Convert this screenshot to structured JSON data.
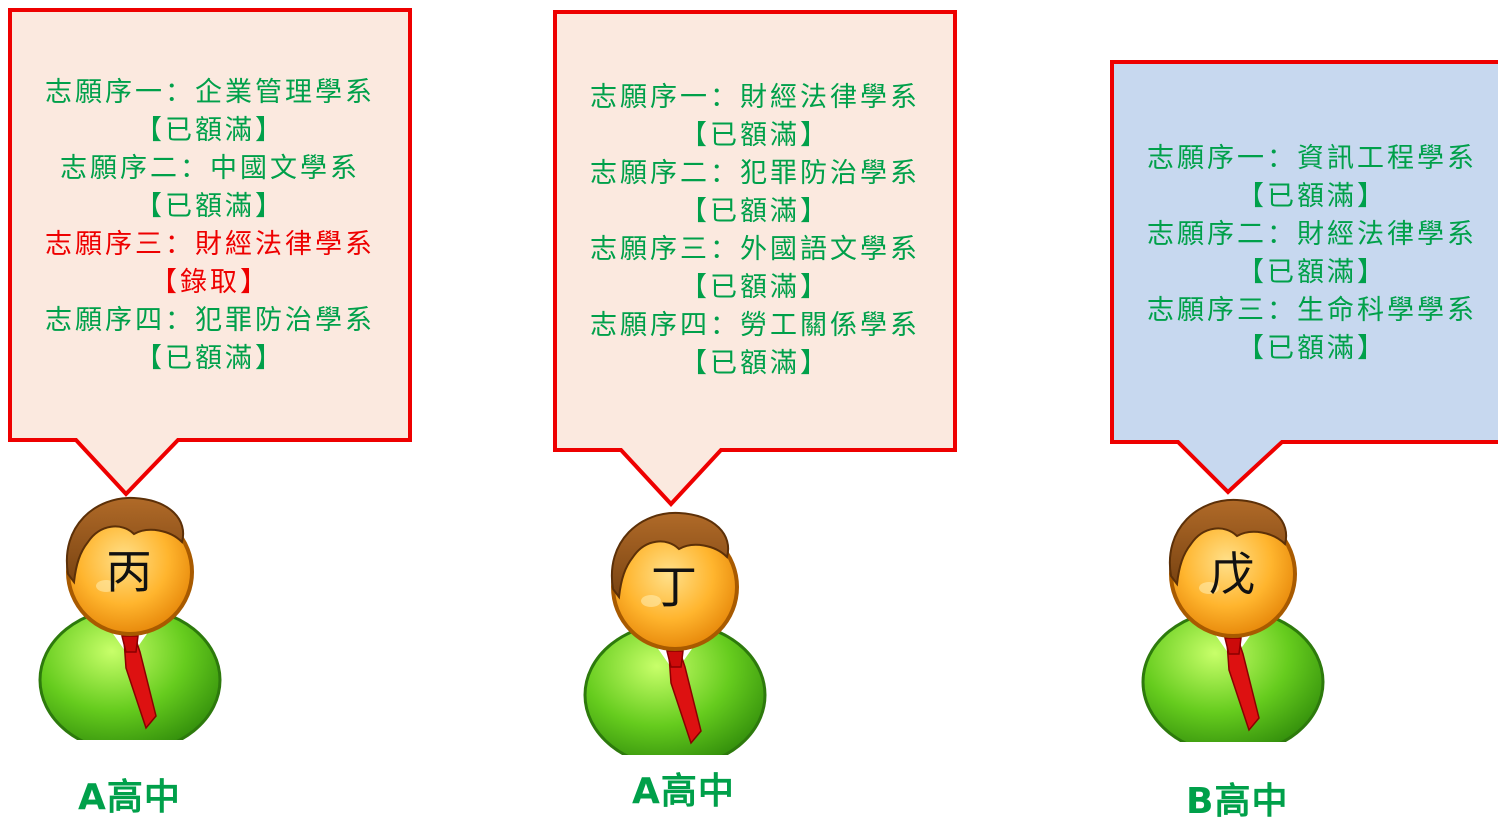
{
  "students": [
    {
      "name": "丙",
      "school": "A高中",
      "bubble_color": "#fbe9df",
      "lines": [
        {
          "text": "志願序一：企業管理學系",
          "status": "full"
        },
        {
          "text": "【已額滿】",
          "status": "full"
        },
        {
          "text": "志願序二：中國文學系",
          "status": "full"
        },
        {
          "text": "【已額滿】",
          "status": "full"
        },
        {
          "text": "志願序三：財經法律學系",
          "status": "admitted"
        },
        {
          "text": "【錄取】",
          "status": "admitted"
        },
        {
          "text": "志願序四：犯罪防治學系",
          "status": "full"
        },
        {
          "text": "【已額滿】",
          "status": "full"
        }
      ]
    },
    {
      "name": "丁",
      "school": "A高中",
      "bubble_color": "#fbe9df",
      "lines": [
        {
          "text": "志願序一：財經法律學系",
          "status": "full"
        },
        {
          "text": "【已額滿】",
          "status": "full"
        },
        {
          "text": "志願序二：犯罪防治學系",
          "status": "full"
        },
        {
          "text": "【已額滿】",
          "status": "full"
        },
        {
          "text": "志願序三：外國語文學系",
          "status": "full"
        },
        {
          "text": "【已額滿】",
          "status": "full"
        },
        {
          "text": "志願序四：勞工關係學系",
          "status": "full"
        },
        {
          "text": "【已額滿】",
          "status": "full"
        }
      ]
    },
    {
      "name": "戊",
      "school": "B高中",
      "bubble_color": "#c7d8ef",
      "lines": [
        {
          "text": "志願序一：資訊工程學系",
          "status": "full"
        },
        {
          "text": "【已額滿】",
          "status": "full"
        },
        {
          "text": "志願序二：財經法律學系",
          "status": "full"
        },
        {
          "text": "【已額滿】",
          "status": "full"
        },
        {
          "text": "志願序三：生命科學學系",
          "status": "full"
        },
        {
          "text": "【已額滿】",
          "status": "full"
        }
      ]
    }
  ],
  "colors": {
    "border": "#ee0000",
    "full_text": "#00a04a",
    "admitted_text": "#ee0000",
    "school_text": "#00a04a"
  },
  "icons": {
    "person": "person-icon"
  }
}
